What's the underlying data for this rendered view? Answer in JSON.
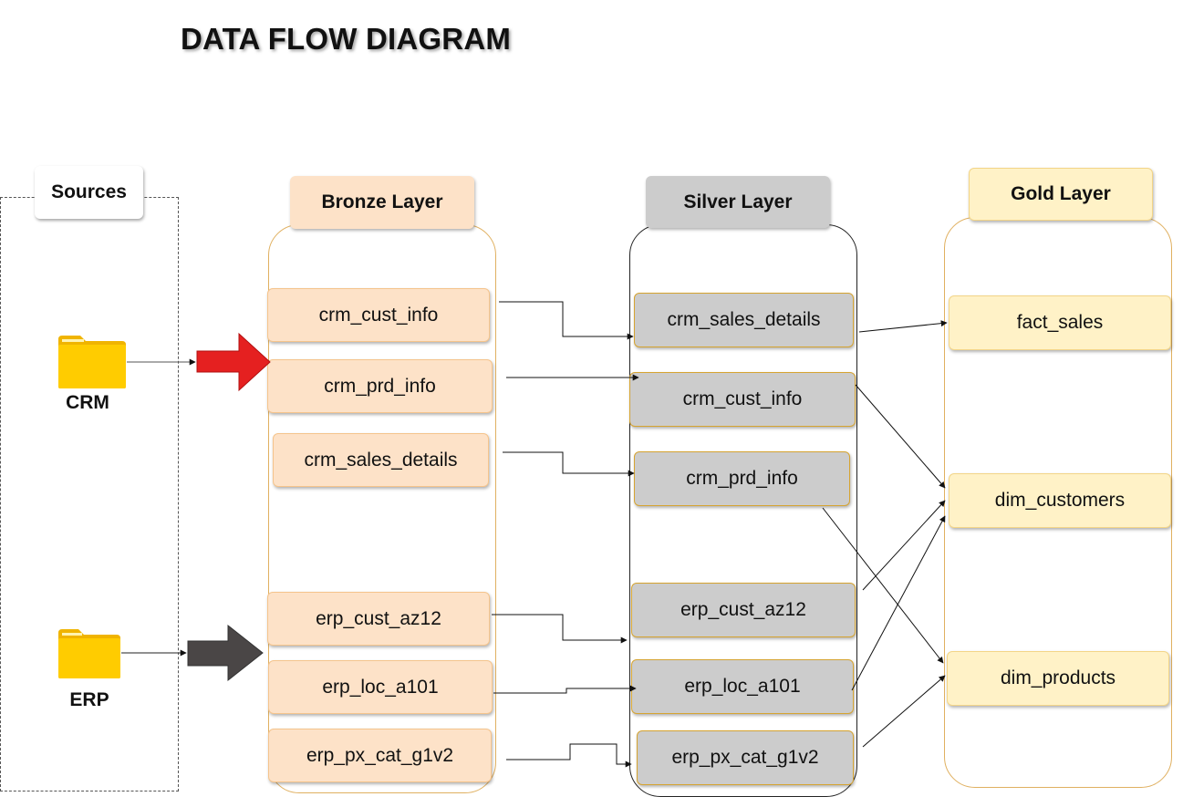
{
  "title": "DATA FLOW DIAGRAM",
  "sources": {
    "label": "Sources",
    "items": [
      {
        "label": "CRM",
        "icon": "folder-icon"
      },
      {
        "label": "ERP",
        "icon": "folder-icon"
      }
    ]
  },
  "bronze": {
    "header": "Bronze Layer",
    "nodes": [
      "crm_cust_info",
      "crm_prd_info",
      "crm_sales_details",
      "erp_cust_az12",
      "erp_loc_a101",
      "erp_px_cat_g1v2"
    ]
  },
  "silver": {
    "header": "Silver Layer",
    "nodes": [
      "crm_sales_details",
      "crm_cust_info",
      "crm_prd_info",
      "erp_cust_az12",
      "erp_loc_a101",
      "erp_px_cat_g1v2"
    ]
  },
  "gold": {
    "header": "Gold Layer",
    "nodes": [
      "fact_sales",
      "dim_customers",
      "dim_products"
    ]
  },
  "colors": {
    "bronze_fill": "#fde2c8",
    "silver_fill": "#cccccc",
    "gold_fill": "#fff2c7",
    "crm_arrow": "#e52020",
    "erp_arrow": "#4a4646",
    "folder": "#ffcc00"
  }
}
